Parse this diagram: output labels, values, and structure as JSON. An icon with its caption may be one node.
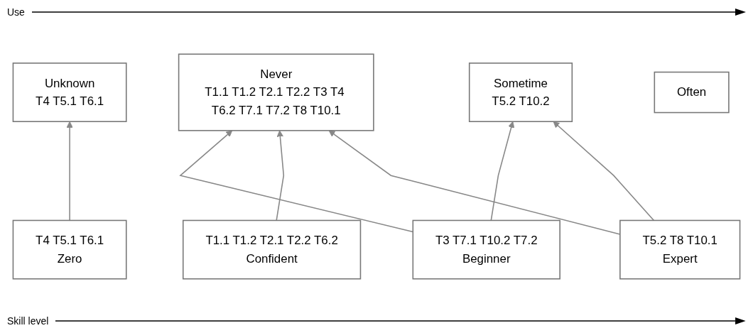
{
  "diagram": {
    "nodes": [
      {
        "text": [
          "Unknown",
          "T4 T5.1 T6.1"
        ]
      },
      {
        "text": [
          "Never",
          "T1.1 T1.2 T2.1 T2.2 T3 T4 T6.2 T7.1 T7.2 T8 T10.1"
        ]
      },
      {
        "text": [
          "Sometime",
          "T5.2 T10.2"
        ]
      },
      {
        "text": [
          "Often"
        ]
      },
      {
        "text": [
          "T4 T5.1 T6.1",
          "Zero"
        ]
      },
      {
        "text": [
          "T3 T7.1 T10.2 T7.2",
          "Beginner"
        ]
      },
      {
        "text": [
          "T1.1 T1.2 T2.1 T2.2 T6.2",
          "Confident"
        ]
      },
      {
        "text": [
          "T5.2 T8 T10.1",
          "Expert"
        ]
      }
    ],
    "edges": [
      {
        "from": 4,
        "to": 0,
        "arrow": "to"
      },
      {
        "from": 5,
        "to": 1,
        "arrow": "to"
      },
      {
        "from": 5,
        "to": 2,
        "arrow": "to"
      },
      {
        "from": 6,
        "to": 1,
        "arrow": "to"
      },
      {
        "from": 7,
        "to": 2,
        "arrow": "to"
      },
      {
        "from": 7,
        "to": 1,
        "arrow": "to"
      }
    ],
    "labels": [
      "Use",
      "Skill level"
    ]
  }
}
